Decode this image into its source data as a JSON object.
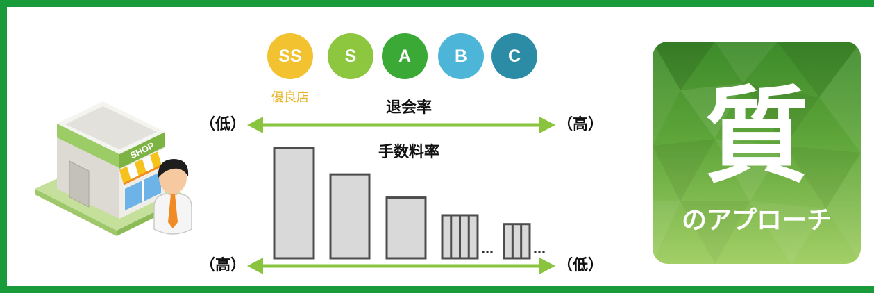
{
  "ranks": [
    {
      "label": "SS",
      "color": "#f2c230"
    },
    {
      "label": "S",
      "color": "#8dc63f"
    },
    {
      "label": "A",
      "color": "#3aa935"
    },
    {
      "label": "B",
      "color": "#4db6d8"
    },
    {
      "label": "C",
      "color": "#2c8ca5"
    }
  ],
  "rank_note": {
    "text": "優良店",
    "color": "#e6b422"
  },
  "churn_axis": {
    "title": "退会率",
    "left": "（低）",
    "right": "（高）"
  },
  "fee_axis": {
    "title": "手数料率",
    "left": "（高）",
    "right": "（低）"
  },
  "fee_bars": [
    {
      "level": 1.0,
      "pattern": "solid"
    },
    {
      "level": 0.76,
      "pattern": "solid"
    },
    {
      "level": 0.55,
      "pattern": "solid"
    },
    {
      "level": 0.39,
      "pattern": "striped"
    },
    {
      "level": 0.31,
      "pattern": "striped"
    }
  ],
  "ellipsis": "…",
  "shop_sign": "SHOP",
  "approach": {
    "kanji": "質",
    "subtitle": "のアプローチ"
  },
  "colors": {
    "frame": "#199b3c",
    "arrow": "#8ac43f",
    "bar_fill": "#d9d9d9",
    "bar_outline": "#4d4d4d"
  }
}
